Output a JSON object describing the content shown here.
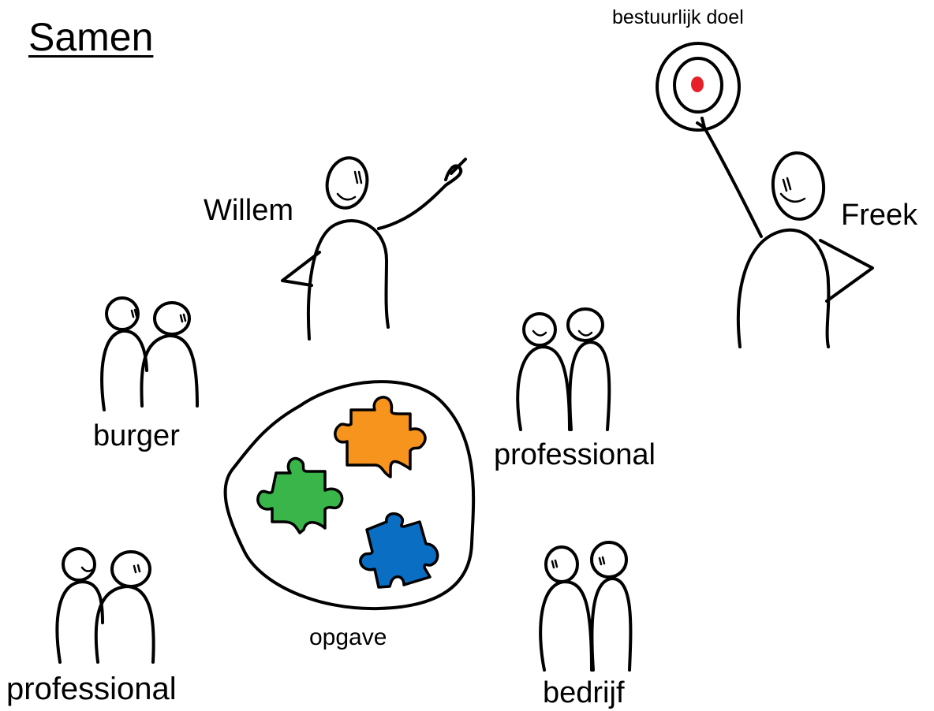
{
  "title": "Samen",
  "goal": {
    "label": "bestuurlijk doel",
    "bullseye_color": "#e8202a"
  },
  "people": {
    "willem": "Willem",
    "freek": "Freek"
  },
  "groups": {
    "burger": "burger",
    "professional_right": "professional",
    "professional_left": "professional",
    "bedrijf": "bedrijf"
  },
  "task": {
    "label": "opgave",
    "puzzle_colors": {
      "orange": "#f7941d",
      "green": "#39b54a",
      "blue": "#0a6fc2"
    }
  }
}
